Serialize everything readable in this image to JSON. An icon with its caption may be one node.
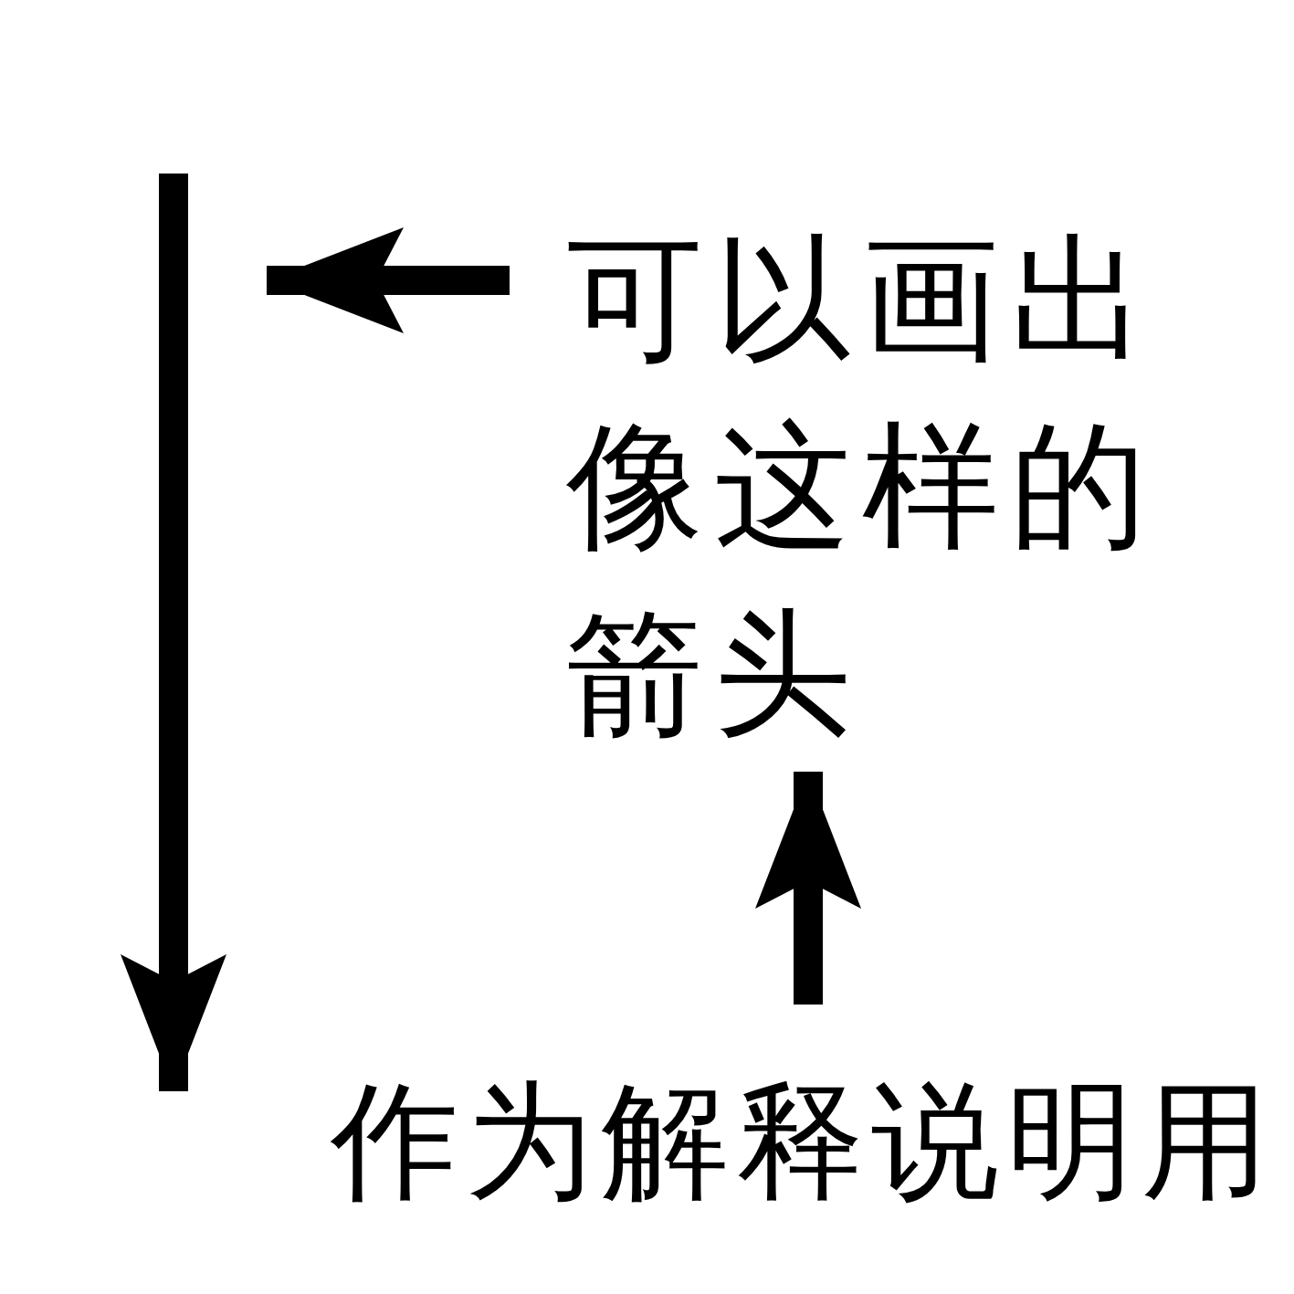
{
  "diagram": {
    "nodes": [
      {
        "text": [
          "可以画出像这样的箭头"
        ]
      },
      {
        "text": [
          "作为解释说明用"
        ]
      }
    ],
    "edges": [
      {
        "from": 0,
        "to": null,
        "arrow": "to"
      },
      {
        "from": 1,
        "to": 0,
        "arrow": "to"
      }
    ]
  }
}
